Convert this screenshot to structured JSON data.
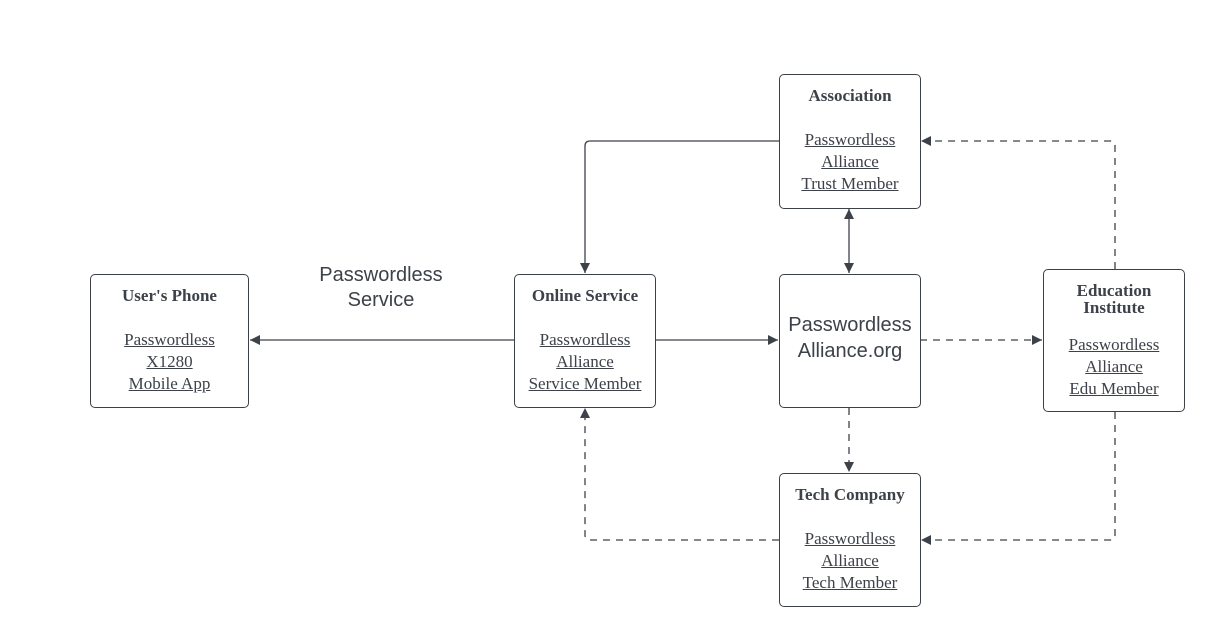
{
  "colors": {
    "stroke": "#3d4149",
    "background": "#ffffff"
  },
  "nodes": {
    "association": {
      "title": "Association",
      "lines": [
        "Passwordless",
        "Alliance",
        "Trust Member"
      ]
    },
    "users_phone": {
      "title": "User's Phone",
      "lines": [
        "Passwordless",
        "X1280",
        "Mobile App"
      ]
    },
    "online_service": {
      "title": "Online Service",
      "lines": [
        "Passwordless",
        "Alliance",
        "Service Member"
      ]
    },
    "passwordless_alliance": {
      "lines": [
        "Passwordless",
        "Alliance.org"
      ]
    },
    "education_institute": {
      "title_lines": [
        "Education",
        "Institute"
      ],
      "lines": [
        "Passwordless",
        "Alliance",
        "Edu Member"
      ]
    },
    "tech_company": {
      "title": "Tech Company",
      "lines": [
        "Passwordless",
        "Alliance",
        "Tech Member"
      ]
    }
  },
  "edge_label": {
    "lines": [
      "Passwordless",
      "Service"
    ]
  },
  "edges": [
    {
      "from": "online_service",
      "to": "users_phone",
      "style": "solid"
    },
    {
      "from": "online_service",
      "to": "passwordless_alliance",
      "style": "solid"
    },
    {
      "from": "association",
      "to": "online_service",
      "style": "solid"
    },
    {
      "from": "association",
      "to": "passwordless_alliance",
      "style": "solid",
      "bidirectional": true
    },
    {
      "from": "passwordless_alliance",
      "to": "education_institute",
      "style": "dashed"
    },
    {
      "from": "passwordless_alliance",
      "to": "tech_company",
      "style": "dashed"
    },
    {
      "from": "education_institute",
      "to": "association",
      "style": "dashed"
    },
    {
      "from": "education_institute",
      "to": "tech_company",
      "style": "dashed"
    },
    {
      "from": "tech_company",
      "to": "online_service",
      "style": "dashed"
    }
  ]
}
